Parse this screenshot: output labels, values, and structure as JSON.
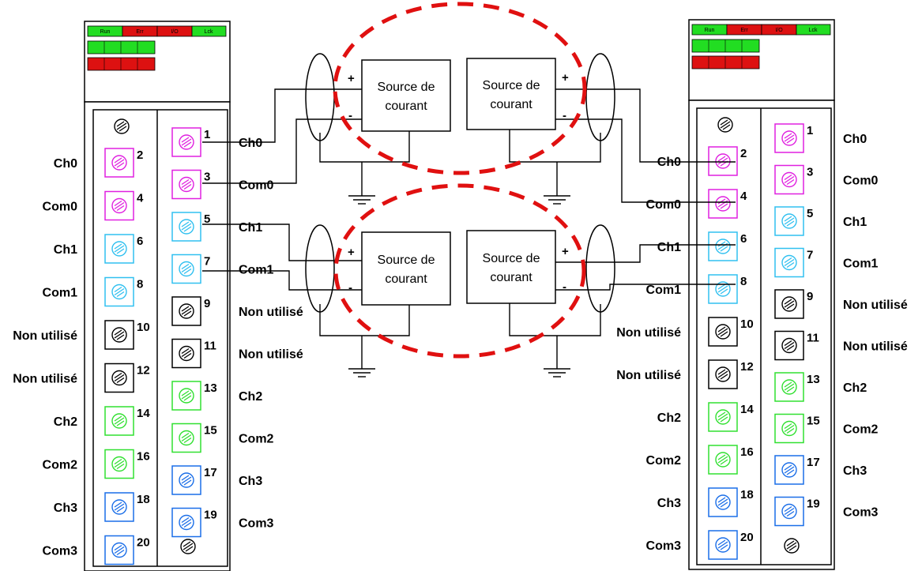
{
  "status_leds": [
    "Run",
    "Err",
    "I/O",
    "Lck"
  ],
  "colors": {
    "magenta": "#e020e0",
    "cyan": "#30c0f0",
    "black": "#000000",
    "green": "#30e030",
    "blue": "#1a6ee8",
    "led_green": "#22dd22",
    "led_red": "#dd1111",
    "highlight_red": "#e01010"
  },
  "source_label_line1": "Source de",
  "source_label_line2": "courant",
  "plus_sign": "+",
  "minus_sign": "-",
  "left_module": {
    "col1_terminals": [
      {
        "num": "2",
        "label": "Ch0",
        "color": "magenta"
      },
      {
        "num": "4",
        "label": "Com0",
        "color": "magenta"
      },
      {
        "num": "6",
        "label": "Ch1",
        "color": "cyan"
      },
      {
        "num": "8",
        "label": "Com1",
        "color": "cyan"
      },
      {
        "num": "10",
        "label": "Non utilisé",
        "color": "black"
      },
      {
        "num": "12",
        "label": "Non utilisé",
        "color": "black"
      },
      {
        "num": "14",
        "label": "Ch2",
        "color": "green"
      },
      {
        "num": "16",
        "label": "Com2",
        "color": "green"
      },
      {
        "num": "18",
        "label": "Ch3",
        "color": "blue"
      },
      {
        "num": "20",
        "label": "Com3",
        "color": "blue"
      }
    ],
    "col2_terminals": [
      {
        "num": "1",
        "label": "Ch0",
        "color": "magenta"
      },
      {
        "num": "3",
        "label": "Com0",
        "color": "magenta"
      },
      {
        "num": "5",
        "label": "Ch1",
        "color": "cyan"
      },
      {
        "num": "7",
        "label": "Com1",
        "color": "cyan"
      },
      {
        "num": "9",
        "label": "Non utilisé",
        "color": "black"
      },
      {
        "num": "11",
        "label": "Non utilisé",
        "color": "black"
      },
      {
        "num": "13",
        "label": "Ch2",
        "color": "green"
      },
      {
        "num": "15",
        "label": "Com2",
        "color": "green"
      },
      {
        "num": "17",
        "label": "Ch3",
        "color": "blue"
      },
      {
        "num": "19",
        "label": "Com3",
        "color": "blue"
      }
    ]
  },
  "right_module": {
    "col1_terminals": [
      {
        "num": "2",
        "label": "Ch0",
        "color": "magenta"
      },
      {
        "num": "4",
        "label": "Com0",
        "color": "magenta"
      },
      {
        "num": "6",
        "label": "Ch1",
        "color": "cyan"
      },
      {
        "num": "8",
        "label": "Com1",
        "color": "cyan"
      },
      {
        "num": "10",
        "label": "Non utilisé",
        "color": "black"
      },
      {
        "num": "12",
        "label": "Non utilisé",
        "color": "black"
      },
      {
        "num": "14",
        "label": "Ch2",
        "color": "green"
      },
      {
        "num": "16",
        "label": "Com2",
        "color": "green"
      },
      {
        "num": "18",
        "label": "Ch3",
        "color": "blue"
      },
      {
        "num": "20",
        "label": "Com3",
        "color": "blue"
      }
    ],
    "col2_terminals": [
      {
        "num": "1",
        "label": "Ch0",
        "color": "magenta"
      },
      {
        "num": "3",
        "label": "Com0",
        "color": "magenta"
      },
      {
        "num": "5",
        "label": "Ch1",
        "color": "cyan"
      },
      {
        "num": "7",
        "label": "Com1",
        "color": "cyan"
      },
      {
        "num": "9",
        "label": "Non utilisé",
        "color": "black"
      },
      {
        "num": "11",
        "label": "Non utilisé",
        "color": "black"
      },
      {
        "num": "13",
        "label": "Ch2",
        "color": "green"
      },
      {
        "num": "15",
        "label": "Com2",
        "color": "green"
      },
      {
        "num": "17",
        "label": "Ch3",
        "color": "blue"
      },
      {
        "num": "19",
        "label": "Com3",
        "color": "blue"
      }
    ]
  }
}
